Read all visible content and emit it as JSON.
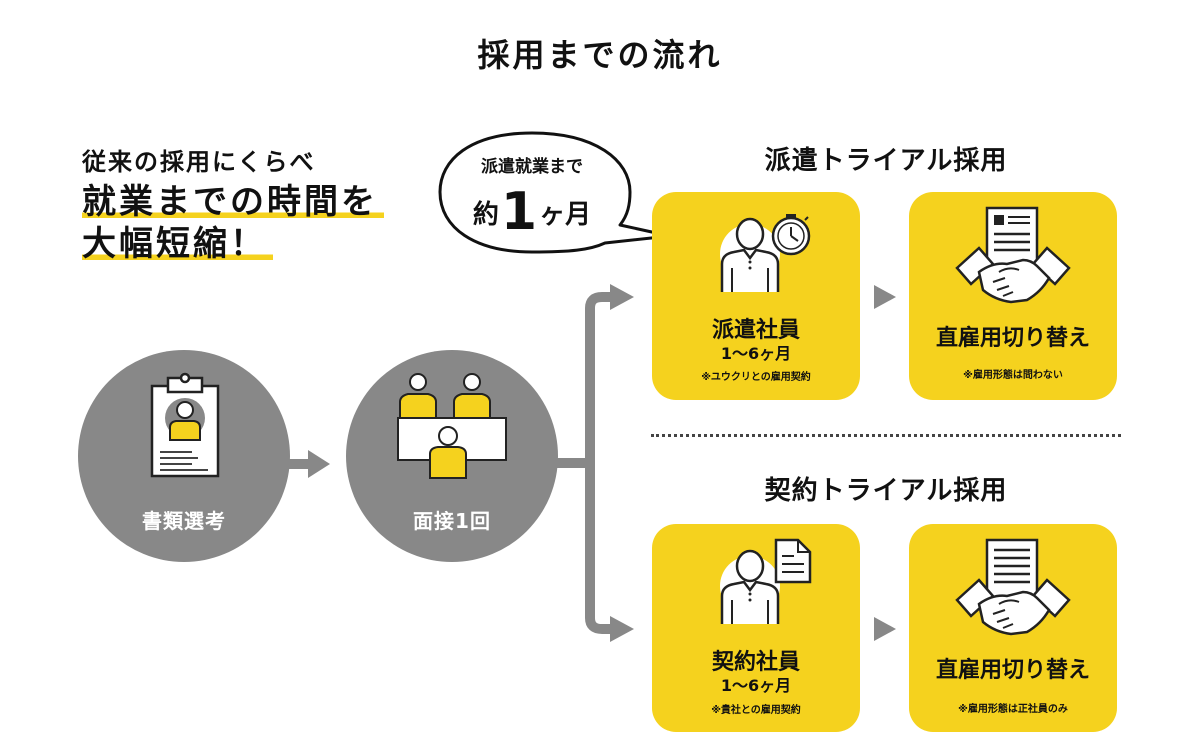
{
  "title": "採用までの流れ",
  "lead": {
    "line1": "従来の採用にくらべ",
    "line2": "就業までの時間を",
    "line3": "大幅短縮！"
  },
  "bubble": {
    "line1": "派遣就業まで",
    "prefix": "約",
    "number": "1",
    "suffix": "ヶ月"
  },
  "steps": [
    {
      "label": "書類選考",
      "icon": "resume-clipboard-icon"
    },
    {
      "label": "面接1回",
      "icon": "interview-icon"
    }
  ],
  "tracks": [
    {
      "heading": "派遣トライアル採用",
      "cards": [
        {
          "title": "派遣社員",
          "sub": "1～6ヶ月",
          "note": "※ユウクリとの雇用契約",
          "icon": "person-stopwatch-icon"
        },
        {
          "title": "直雇用切り替え",
          "note": "※雇用形態は問わない",
          "icon": "handshake-contract-icon"
        }
      ]
    },
    {
      "heading": "契約トライアル採用",
      "cards": [
        {
          "title": "契約社員",
          "sub": "1～6ヶ月",
          "note": "※貴社との雇用契約",
          "icon": "person-document-icon"
        },
        {
          "title": "直雇用切り替え",
          "note": "※雇用形態は正社員のみ",
          "icon": "handshake-contract-icon"
        }
      ]
    }
  ],
  "colors": {
    "accent_yellow": "#f5d21e",
    "step_gray": "#888888",
    "text": "#111111"
  }
}
